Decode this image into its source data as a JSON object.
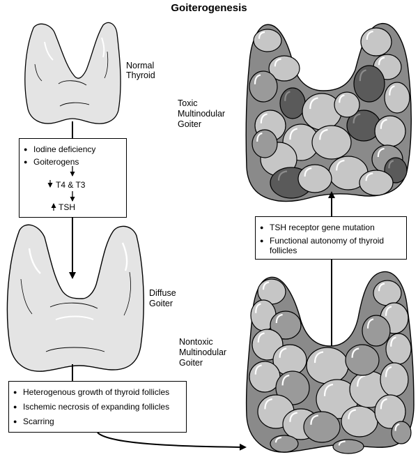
{
  "title": "Goiterogenesis",
  "labels": {
    "normal": [
      "Normal",
      "Thyroid"
    ],
    "toxic": [
      "Toxic",
      "Multinodular",
      "Goiter"
    ],
    "diffuse": [
      "Diffuse",
      "Goiter"
    ],
    "nontoxic": [
      "Nontoxic",
      "Multinodular",
      "Goiter"
    ]
  },
  "box_iodine": {
    "items": [
      "Iodine deficiency",
      "Goiterogens"
    ],
    "t4t3": "T4 & T3",
    "tsh": "TSH"
  },
  "box_hetero": {
    "items": [
      "Heterogenous growth of thyroid follicles",
      "Ischemic necrosis of expanding follicles",
      "Scarring"
    ]
  },
  "box_tsh": {
    "items": [
      "TSH  receptor gene mutation",
      "Functional autonomy of thyroid follicles"
    ]
  },
  "colors": {
    "normal_fill": "#e4e4e4",
    "nodule_light": "#c6c6c6",
    "nodule_mid": "#9a9a9a",
    "nodule_dark": "#5a5a5a",
    "nodule_dark_shade": "#3a3a3a",
    "goiter_base": "#8a8a8a"
  }
}
